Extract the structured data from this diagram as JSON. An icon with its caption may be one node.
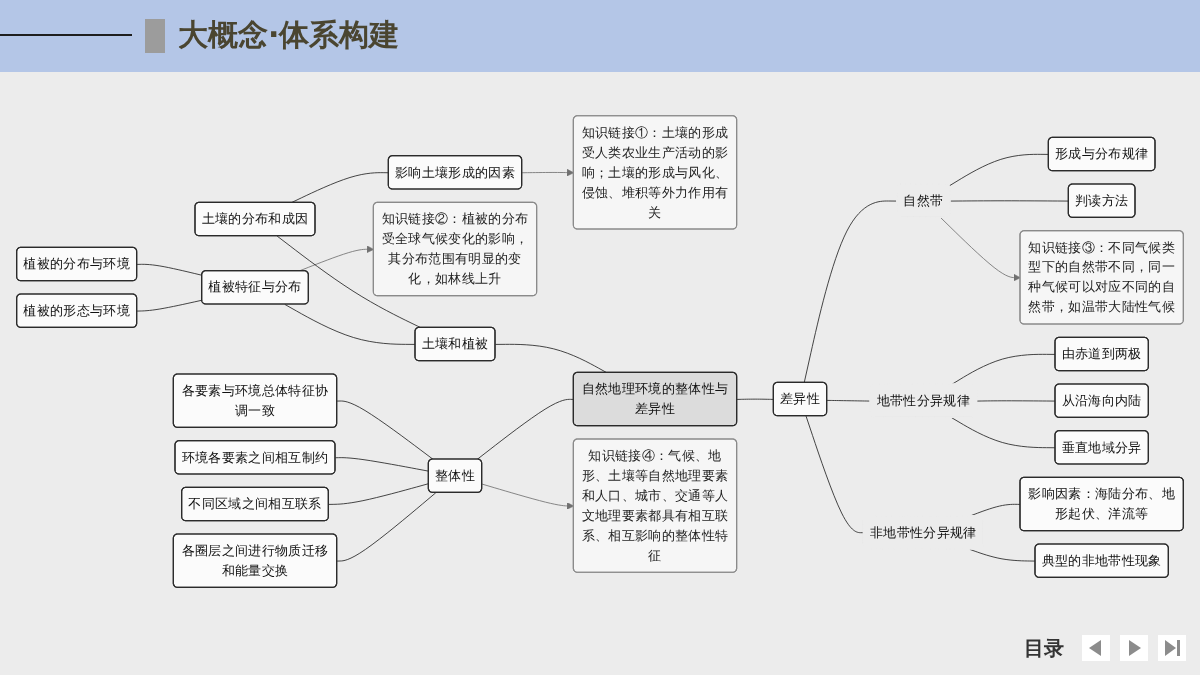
{
  "diagram": {
    "title": "大概念·体系构建",
    "nodes": [
      {
        "text": [
          "影响土壤形成的因素"
        ]
      },
      {
        "text": [
          "土壤的分布和成因"
        ]
      },
      {
        "text": [
          "知识链接①：土壤的形成受人类农业生产活动的影响；土壤的形成与风化、侵蚀、堆积等外力作用有关"
        ]
      },
      {
        "text": [
          "植被的分布与环境"
        ]
      },
      {
        "text": [
          "植被的形态与环境"
        ]
      },
      {
        "text": [
          "植被特征与分布"
        ]
      },
      {
        "text": [
          "知识链接②：植被的分布受全球气候变化的影响，其分布范围有明显的变化，如林线上升"
        ]
      },
      {
        "text": [
          "土壤和植被"
        ]
      },
      {
        "text": [
          "各要素与环境总体特征协调一致"
        ]
      },
      {
        "text": [
          "环境各要素之间相互制约"
        ]
      },
      {
        "text": [
          "不同区域之间相互联系"
        ]
      },
      {
        "text": [
          "各圈层之间进行物质迁移和能量交换"
        ]
      },
      {
        "text": [
          "整体性"
        ]
      },
      {
        "text": [
          "自然地理环境的整体性与差异性"
        ]
      },
      {
        "text": [
          "差异性"
        ]
      },
      {
        "text": [
          "知识链接④：气候、地形、土壤等自然地理要素和人口、城市、交通等人文地理要素都具有相互联系、相互影响的整体性特征"
        ]
      },
      {
        "text": [
          "自然带"
        ]
      },
      {
        "text": [
          "形成与分布规律"
        ]
      },
      {
        "text": [
          "判读方法"
        ]
      },
      {
        "text": [
          "知识链接③：不同气候类型下的自然带不同，同一种气候可以对应不同的自然带，如温带大陆性气候"
        ]
      },
      {
        "text": [
          "地带性分异规律"
        ]
      },
      {
        "text": [
          "由赤道到两极"
        ]
      },
      {
        "text": [
          "从沿海向内陆"
        ]
      },
      {
        "text": [
          "垂直地域分异"
        ]
      },
      {
        "text": [
          "非地带性分异规律"
        ]
      },
      {
        "text": [
          "影响因素：海陆分布、地形起伏、洋流等"
        ]
      },
      {
        "text": [
          "典型的非地带性现象"
        ]
      }
    ],
    "edges": [
      {
        "from": 1,
        "to": 0,
        "arrow": "none"
      },
      {
        "from": 0,
        "to": 2,
        "arrow": "to",
        "color": "#707070"
      },
      {
        "from": 3,
        "to": 5,
        "arrow": "none"
      },
      {
        "from": 4,
        "to": 5,
        "arrow": "none"
      },
      {
        "from": 5,
        "to": 6,
        "arrow": "to",
        "color": "#707070"
      },
      {
        "from": 1,
        "to": 7,
        "arrow": "none"
      },
      {
        "from": 5,
        "to": 7,
        "arrow": "none"
      },
      {
        "from": 7,
        "to": 13,
        "arrow": "none"
      },
      {
        "from": 8,
        "to": 12,
        "arrow": "none"
      },
      {
        "from": 9,
        "to": 12,
        "arrow": "none"
      },
      {
        "from": 10,
        "to": 12,
        "arrow": "none"
      },
      {
        "from": 11,
        "to": 12,
        "arrow": "none"
      },
      {
        "from": 12,
        "to": 13,
        "arrow": "none"
      },
      {
        "from": 12,
        "to": 15,
        "arrow": "to",
        "color": "#707070"
      },
      {
        "from": 13,
        "to": 14,
        "arrow": "none"
      },
      {
        "from": 14,
        "to": 16,
        "arrow": "none"
      },
      {
        "from": 14,
        "to": 20,
        "arrow": "none"
      },
      {
        "from": 14,
        "to": 24,
        "arrow": "none"
      },
      {
        "from": 16,
        "to": 17,
        "arrow": "none"
      },
      {
        "from": 16,
        "to": 18,
        "arrow": "none"
      },
      {
        "from": 16,
        "to": 19,
        "arrow": "to",
        "color": "#707070"
      },
      {
        "from": 20,
        "to": 21,
        "arrow": "none"
      },
      {
        "from": 20,
        "to": 22,
        "arrow": "none"
      },
      {
        "from": 20,
        "to": 23,
        "arrow": "none"
      },
      {
        "from": 24,
        "to": 25,
        "arrow": "none"
      },
      {
        "from": 24,
        "to": 26,
        "arrow": "none"
      }
    ],
    "labels": [
      "目录"
    ]
  }
}
